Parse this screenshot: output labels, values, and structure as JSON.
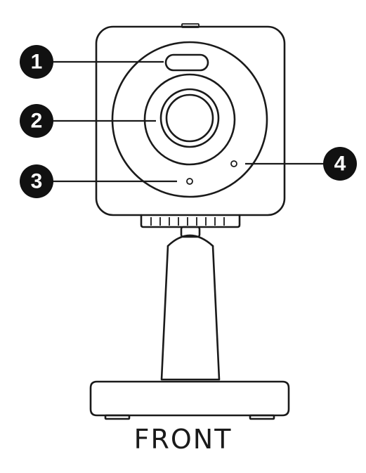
{
  "callouts": [
    {
      "number": "1",
      "part": "light-sensor"
    },
    {
      "number": "2",
      "part": "lens"
    },
    {
      "number": "3",
      "part": "microphone"
    },
    {
      "number": "4",
      "part": "indicator-light"
    }
  ],
  "caption": "FRONT",
  "colors": {
    "ink": "#1a1a1a",
    "badge": "#111111",
    "background": "#ffffff"
  }
}
